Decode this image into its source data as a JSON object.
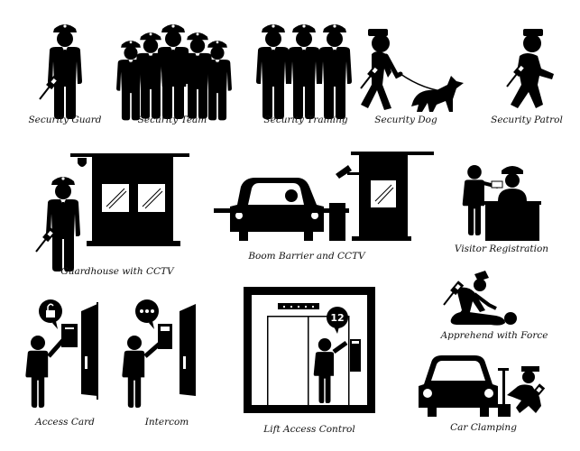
{
  "colors": {
    "ink": "#000000",
    "paper": "#ffffff"
  },
  "icons": [
    {
      "id": "security-guard",
      "label": "Security Guard"
    },
    {
      "id": "security-team",
      "label": "Security Team"
    },
    {
      "id": "security-training",
      "label": "Security Training"
    },
    {
      "id": "security-dog",
      "label": "Security Dog"
    },
    {
      "id": "security-patrol",
      "label": "Security Patrol"
    },
    {
      "id": "guardhouse-cctv",
      "label": "Guardhouse with CCTV"
    },
    {
      "id": "boom-barrier-cctv",
      "label": "Boom Barrier and CCTV"
    },
    {
      "id": "visitor-registration",
      "label": "Visitor Registration"
    },
    {
      "id": "access-card",
      "label": "Access Card"
    },
    {
      "id": "intercom",
      "label": "Intercom"
    },
    {
      "id": "lift-access-control",
      "label": "Lift Access Control",
      "floor_number": "12"
    },
    {
      "id": "apprehend-force",
      "label": "Apprehend with Force"
    },
    {
      "id": "car-clamping",
      "label": "Car Clamping"
    }
  ]
}
